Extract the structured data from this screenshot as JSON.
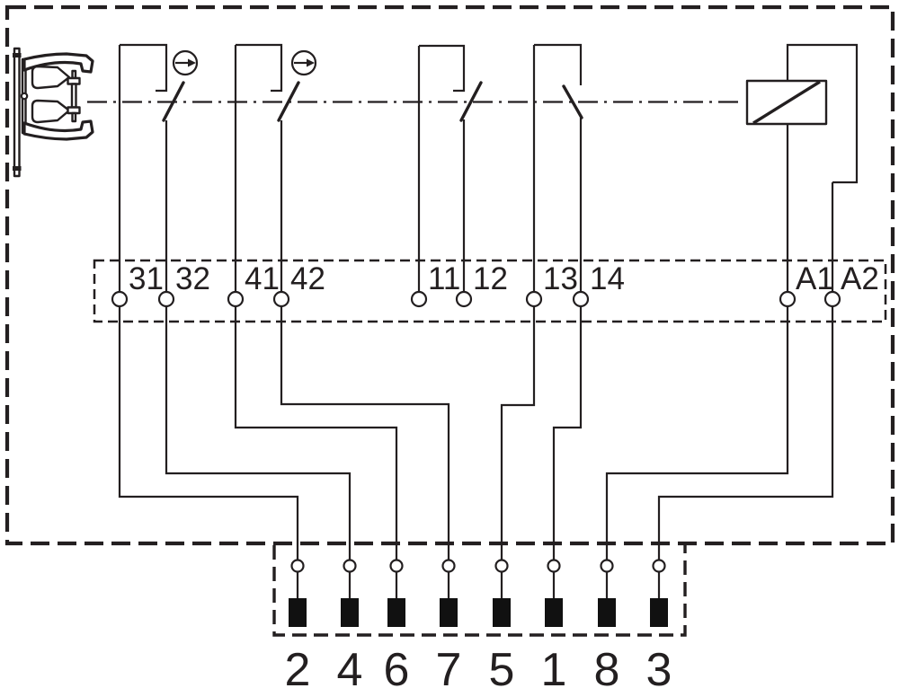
{
  "diagram_type": "electrical-wiring-schematic",
  "colors": {
    "line": "#231f20",
    "background": "#ffffff",
    "pin_fill": "#111111"
  },
  "terminals": [
    {
      "label": "31"
    },
    {
      "label": "32"
    },
    {
      "label": "41"
    },
    {
      "label": "42"
    },
    {
      "label": "11"
    },
    {
      "label": "12"
    },
    {
      "label": "13"
    },
    {
      "label": "14"
    },
    {
      "label": "A1"
    },
    {
      "label": "A2"
    }
  ],
  "pins": [
    {
      "label": "2"
    },
    {
      "label": "4"
    },
    {
      "label": "6"
    },
    {
      "label": "7"
    },
    {
      "label": "5"
    },
    {
      "label": "1"
    },
    {
      "label": "8"
    },
    {
      "label": "3"
    }
  ],
  "contacts": [
    {
      "terminals": [
        "31",
        "32"
      ],
      "type": "NC",
      "forced_opening": true
    },
    {
      "terminals": [
        "41",
        "42"
      ],
      "type": "NC",
      "forced_opening": true
    },
    {
      "terminals": [
        "11",
        "12"
      ],
      "type": "NC",
      "forced_opening": false
    },
    {
      "terminals": [
        "13",
        "14"
      ],
      "type": "NO",
      "forced_opening": false
    }
  ],
  "coil": {
    "terminals": [
      "A1",
      "A2"
    ]
  },
  "connections": [
    {
      "terminal": "31",
      "pin": "2"
    },
    {
      "terminal": "32",
      "pin": "4"
    },
    {
      "terminal": "41",
      "pin": "6"
    },
    {
      "terminal": "42",
      "pin": "7"
    },
    {
      "terminal": "13",
      "pin": "5"
    },
    {
      "terminal": "14",
      "pin": "1"
    },
    {
      "terminal": "A1",
      "pin": "8"
    },
    {
      "terminal": "A2",
      "pin": "3"
    }
  ],
  "icons": [
    "safety-switch-actuator-icon",
    "forced-opening-arrow-icon",
    "relay-coil-icon"
  ]
}
